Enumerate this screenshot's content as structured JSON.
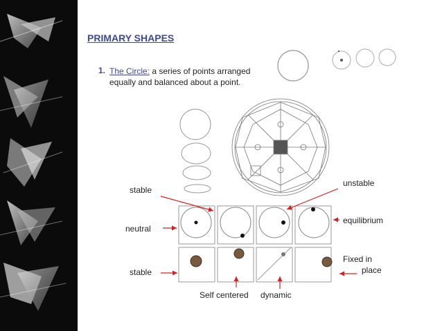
{
  "slide": {
    "title": "PRIMARY SHAPES",
    "item": {
      "number": "1.",
      "term": "The Circle:",
      "description": "a series of points arranged equally and balanced about a point."
    }
  },
  "labels": {
    "stable_top": "stable",
    "neutral": "neutral",
    "stable_bottom": "stable",
    "unstable": "unstable",
    "equilibrium": "equilibrium",
    "fixed_line1": "Fixed in",
    "fixed_line2": "place",
    "self_centered": "Self centered",
    "dynamic": "dynamic"
  },
  "colors": {
    "title": "#3d4a8f",
    "arrow": "#d62020",
    "sidebar": "#0b0b0b"
  }
}
